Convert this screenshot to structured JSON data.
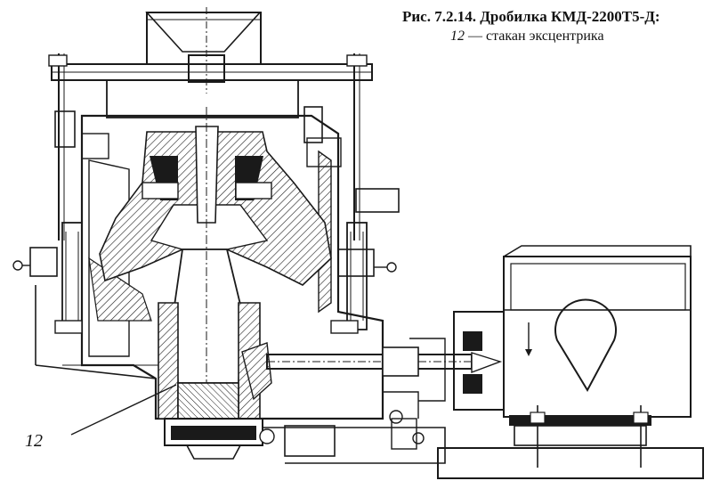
{
  "caption": {
    "title": "Рис. 7.2.14. Дробилка КМД-2200Т5-Д:",
    "legend": [
      {
        "num": "12",
        "text": "— стакан эксцентрика"
      }
    ]
  },
  "callouts": [
    {
      "label": "12"
    }
  ]
}
